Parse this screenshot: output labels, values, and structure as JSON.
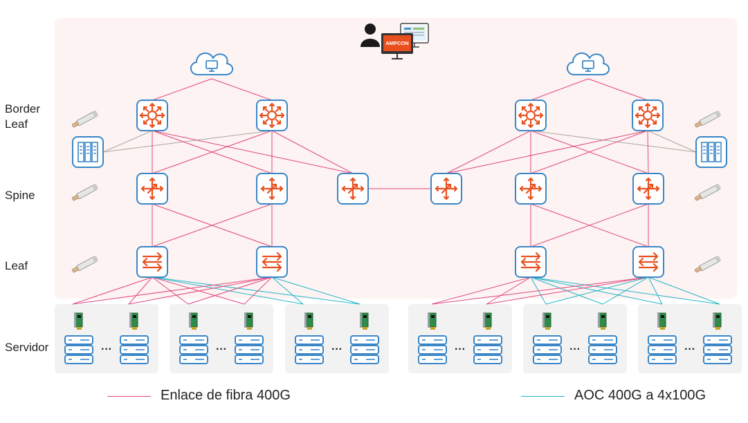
{
  "colors": {
    "background": "#ffffff",
    "panel": "#fdf3f2",
    "server_panel": "#f2f2f2",
    "fiber_link": "#e0457b",
    "aoc_link": "#1fb5c8",
    "device_border": "#3a86c6",
    "device_icon": "#e8501f",
    "server_icon": "#3a86c6",
    "dac_gray": "#aaa59f"
  },
  "row_labels": {
    "border_leaf": "Border\nLeaf",
    "spine": "Spine",
    "leaf": "Leaf",
    "server": "Servidor"
  },
  "management": {
    "brand": "AMPCON"
  },
  "legend": {
    "fiber": "Enlace de fibra 400G",
    "aoc": "AOC 400G a 4x100G"
  },
  "icons": {
    "cloud": "cloud-monitor-icon",
    "border_leaf": "router-icon",
    "spine": "spine-switch-icon",
    "leaf": "leaf-switch-icon",
    "storage": "storage-icon",
    "server": "server-icon",
    "nic": "nic-card-icon",
    "transceiver": "transceiver-icon",
    "ellipsis": "···"
  }
}
